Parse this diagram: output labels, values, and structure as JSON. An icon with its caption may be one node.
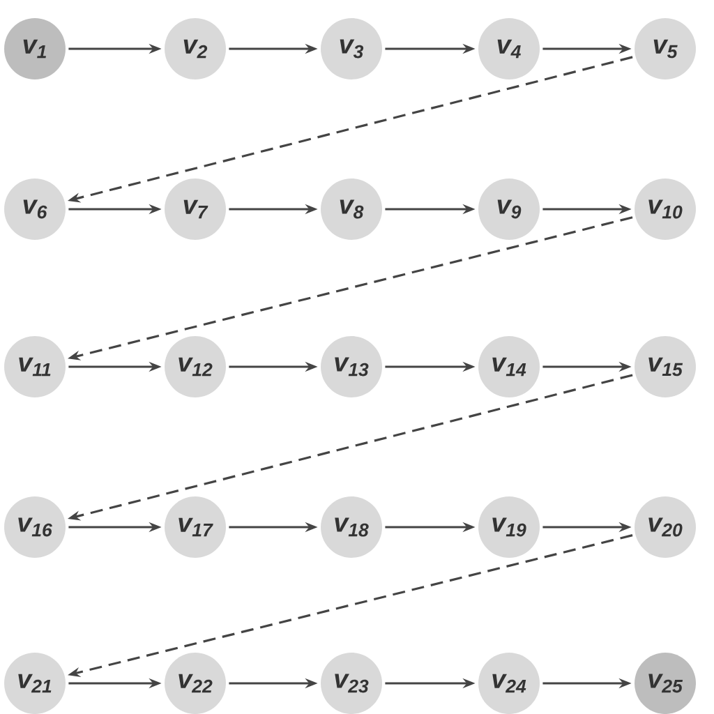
{
  "diagram": {
    "nodes": [
      {
        "text": [
          "v$_{1}$"
        ]
      },
      {
        "text": [
          "v$_{2}$"
        ]
      },
      {
        "text": [
          "v$_{3}$"
        ]
      },
      {
        "text": [
          "v$_{4}$"
        ]
      },
      {
        "text": [
          "v$_{5}$"
        ]
      },
      {
        "text": [
          "v$_{6}$"
        ]
      },
      {
        "text": [
          "v$_{7}$"
        ]
      },
      {
        "text": [
          "v$_{8}$"
        ]
      },
      {
        "text": [
          "v$_{9}$"
        ]
      },
      {
        "text": [
          "v$_{10}$"
        ]
      },
      {
        "text": [
          "v$_{11}$"
        ]
      },
      {
        "text": [
          "v$_{12}$"
        ]
      },
      {
        "text": [
          "v$_{13}$"
        ]
      },
      {
        "text": [
          "v$_{14}$"
        ]
      },
      {
        "text": [
          "v$_{15}$"
        ]
      },
      {
        "text": [
          "v$_{16}$"
        ]
      },
      {
        "text": [
          "v$_{17}$"
        ]
      },
      {
        "text": [
          "v$_{18}$"
        ]
      },
      {
        "text": [
          "v$_{19}$"
        ]
      },
      {
        "text": [
          "v$_{20}$"
        ]
      },
      {
        "text": [
          "v$_{21}$"
        ]
      },
      {
        "text": [
          "v$_{22}$"
        ]
      },
      {
        "text": [
          "v$_{23}$"
        ]
      },
      {
        "text": [
          "v$_{24}$"
        ]
      },
      {
        "text": [
          "v$_{25}$"
        ]
      }
    ],
    "edges": [
      {
        "from": 0,
        "to": 1,
        "arrow": "to"
      },
      {
        "from": 1,
        "to": 2,
        "arrow": "to"
      },
      {
        "from": 2,
        "to": 3,
        "arrow": "to"
      },
      {
        "from": 3,
        "to": 4,
        "arrow": "to"
      },
      {
        "from": 4,
        "to": 5,
        "arrow": "to",
        "style": "dashed"
      },
      {
        "from": 5,
        "to": 6,
        "arrow": "to"
      },
      {
        "from": 6,
        "to": 7,
        "arrow": "to"
      },
      {
        "from": 7,
        "to": 8,
        "arrow": "to"
      },
      {
        "from": 8,
        "to": 9,
        "arrow": "to"
      },
      {
        "from": 9,
        "to": 10,
        "arrow": "to",
        "style": "dashed"
      },
      {
        "from": 10,
        "to": 11,
        "arrow": "to"
      },
      {
        "from": 11,
        "to": 12,
        "arrow": "to"
      },
      {
        "from": 12,
        "to": 13,
        "arrow": "to"
      },
      {
        "from": 13,
        "to": 14,
        "arrow": "to"
      },
      {
        "from": 14,
        "to": 15,
        "arrow": "to",
        "style": "dashed"
      },
      {
        "from": 15,
        "to": 16,
        "arrow": "to"
      },
      {
        "from": 16,
        "to": 17,
        "arrow": "to"
      },
      {
        "from": 17,
        "to": 18,
        "arrow": "to"
      },
      {
        "from": 18,
        "to": 19,
        "arrow": "to"
      },
      {
        "from": 19,
        "to": 20,
        "arrow": "to",
        "style": "dashed"
      },
      {
        "from": 20,
        "to": 21,
        "arrow": "to"
      },
      {
        "from": 21,
        "to": 22,
        "arrow": "to"
      },
      {
        "from": 22,
        "to": 23,
        "arrow": "to"
      },
      {
        "from": 23,
        "to": 24,
        "arrow": "to"
      }
    ]
  }
}
